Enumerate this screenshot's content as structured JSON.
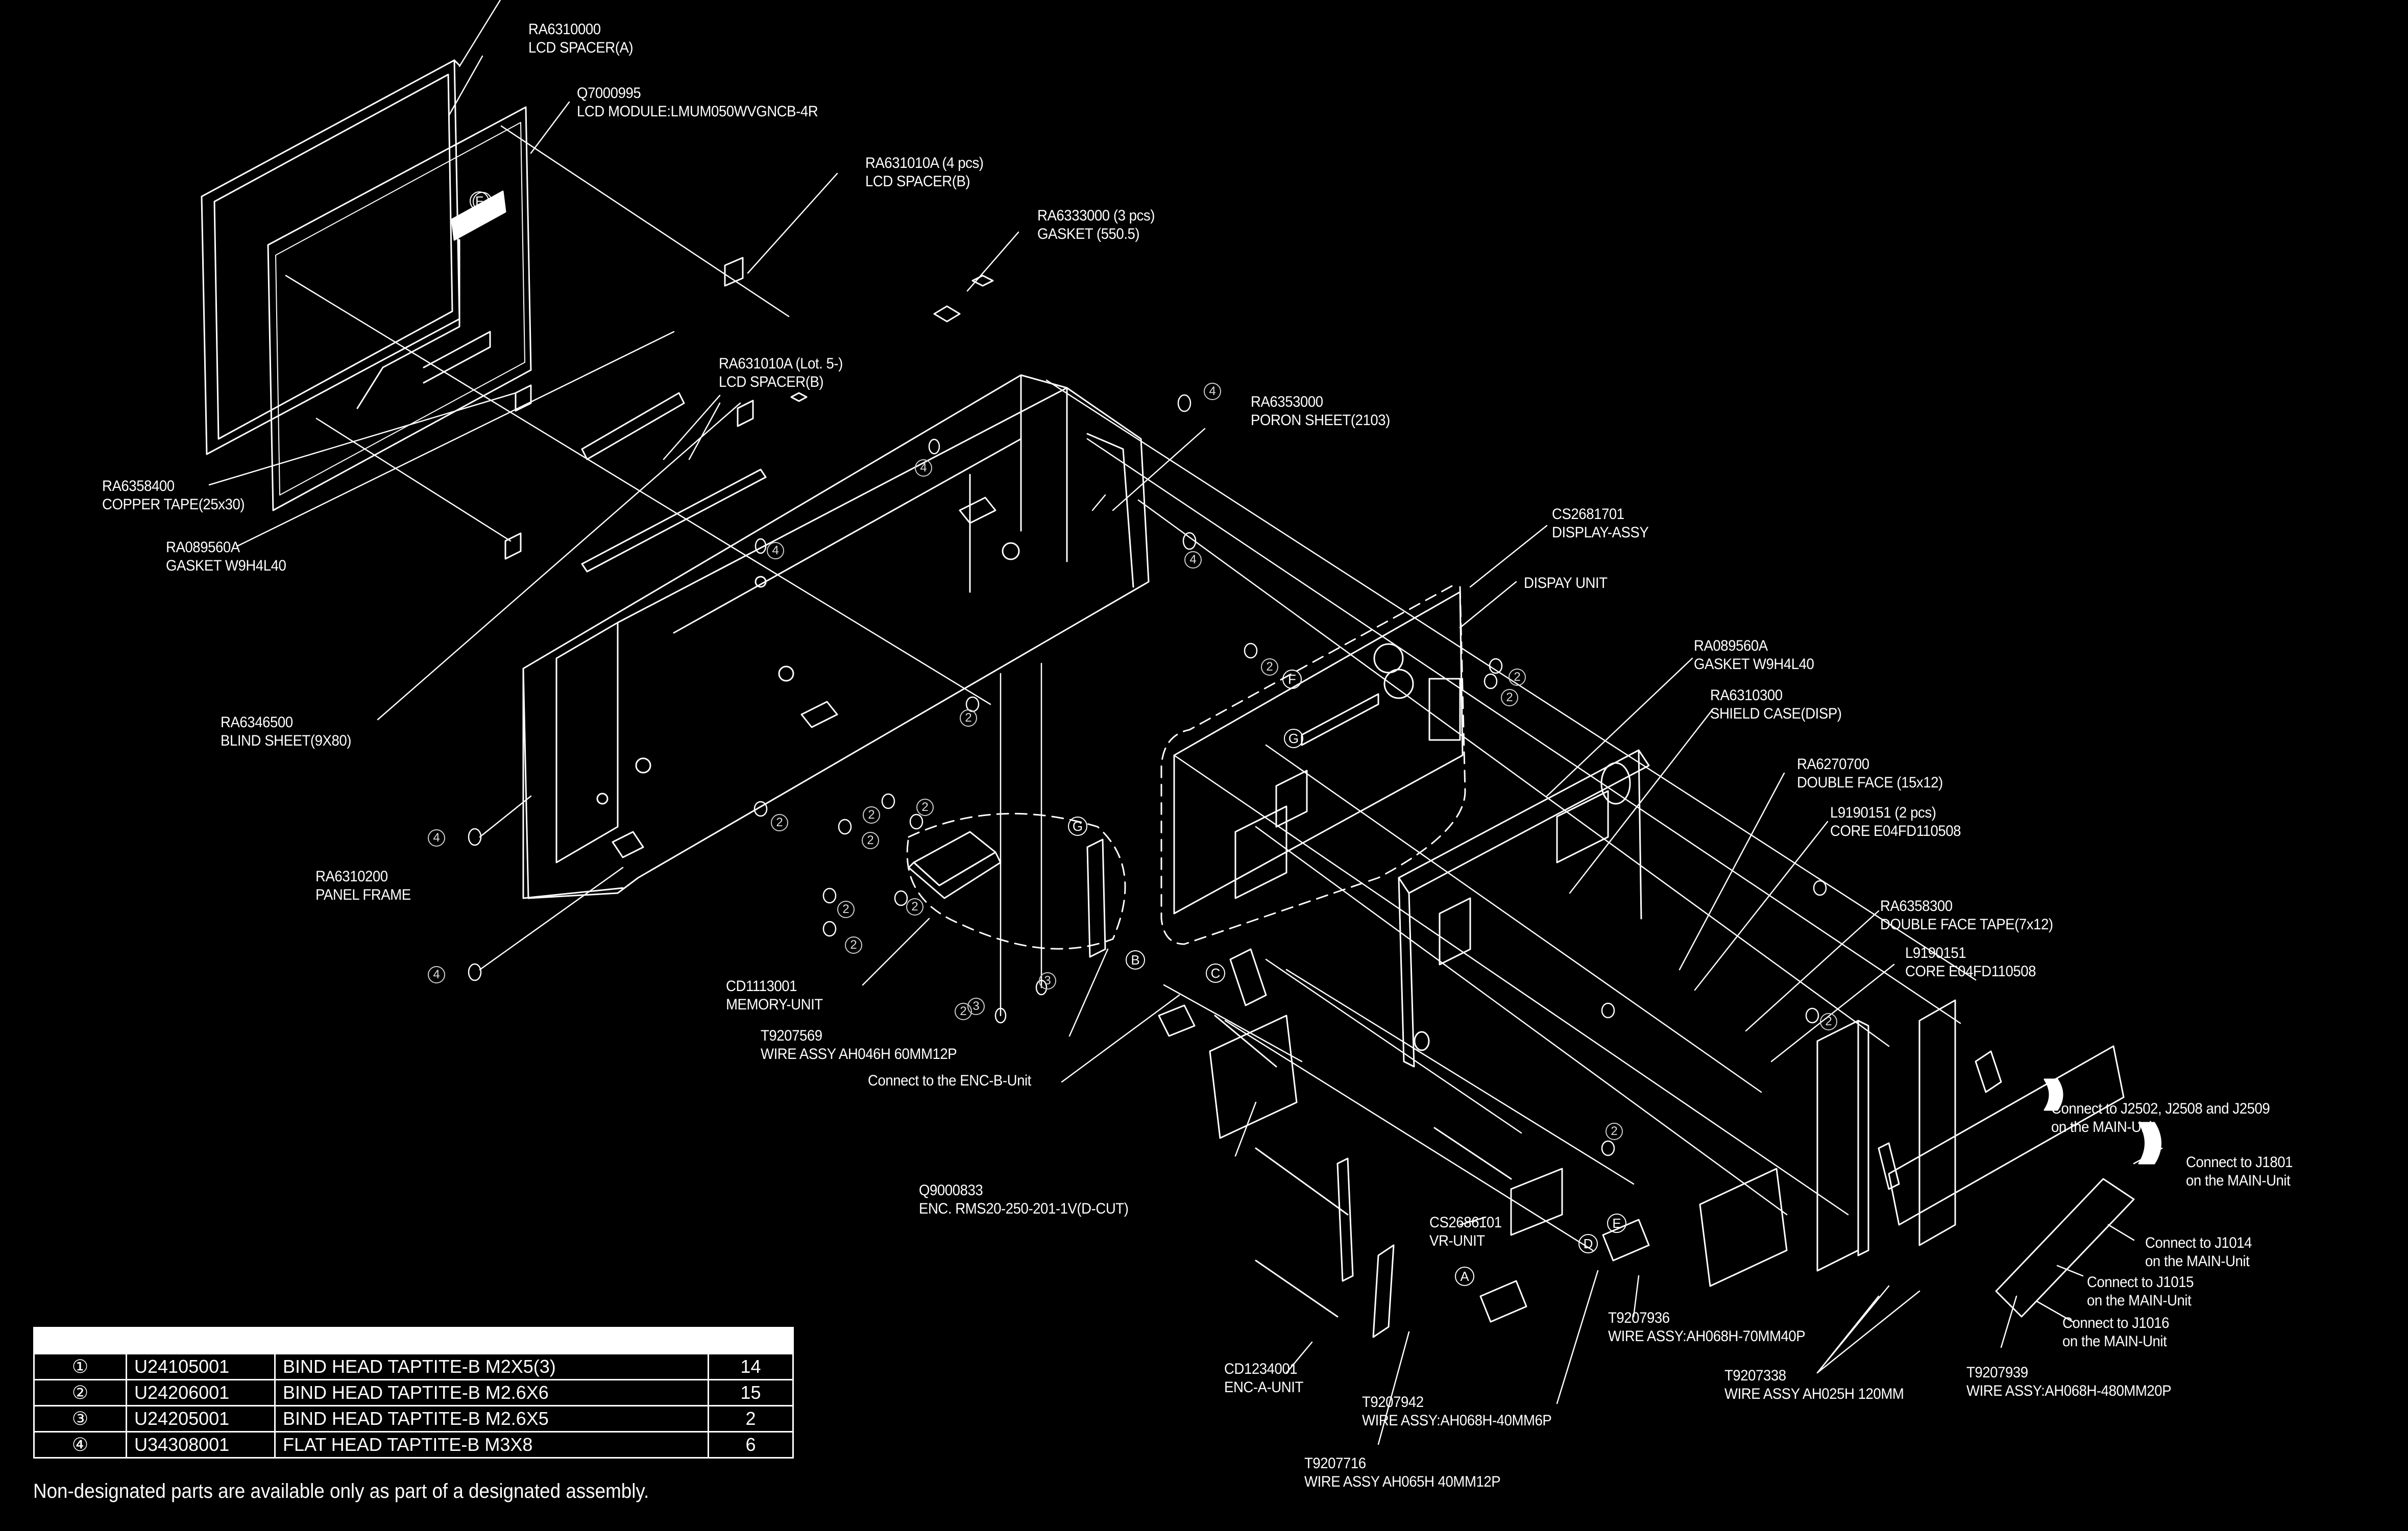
{
  "diagram": {
    "type": "exploded parts view",
    "callouts": [
      {
        "id": "lcd-spacer-a",
        "part_no": "RA6310000",
        "desc": "LCD SPACER(A)"
      },
      {
        "id": "lcd-module",
        "part_no": "Q7000995",
        "desc": "LCD MODULE:LMUM050WVGNCB-4R"
      },
      {
        "id": "lcd-spacer-b",
        "part_no": "RA631010A (4 pcs)",
        "desc": "LCD SPACER(B)"
      },
      {
        "id": "gasket-550",
        "part_no": "RA6333000  (3 pcs)",
        "desc": "GASKET (550.5)"
      },
      {
        "id": "lcd-spacer-b-lot5",
        "part_no": "RA631010A (Lot. 5-)",
        "desc": "LCD SPACER(B)"
      },
      {
        "id": "poron-sheet",
        "part_no": "RA6353000",
        "desc": "PORON SHEET(2103)"
      },
      {
        "id": "copper-tape",
        "part_no": "RA6358400",
        "desc": "COPPER TAPE(25x30)"
      },
      {
        "id": "gasket-w9h4l40-left",
        "part_no": "RA089560A",
        "desc": "GASKET W9H4L40"
      },
      {
        "id": "display-assy",
        "part_no": "CS2681701",
        "desc": "DISPLAY-ASSY"
      },
      {
        "id": "display-unit",
        "part_no": "",
        "desc": "DISPAY UNIT"
      },
      {
        "id": "gasket-w9h4l40-right",
        "part_no": "RA089560A",
        "desc": "GASKET W9H4L40"
      },
      {
        "id": "shield-case",
        "part_no": "RA6310300",
        "desc": "SHIELD CASE(DISP)"
      },
      {
        "id": "blind-sheet",
        "part_no": "RA6346500",
        "desc": "BLIND SHEET(9X80)"
      },
      {
        "id": "double-face",
        "part_no": "RA6270700",
        "desc": "DOUBLE FACE (15x12)"
      },
      {
        "id": "core-2pcs",
        "part_no": "L9190151  (2 pcs)",
        "desc": "CORE E04FD110508"
      },
      {
        "id": "panel-frame",
        "part_no": "RA6310200",
        "desc": "PANEL FRAME"
      },
      {
        "id": "double-face-tape",
        "part_no": "RA6358300",
        "desc": "DOUBLE FACE TAPE(7x12)"
      },
      {
        "id": "core",
        "part_no": "L9190151",
        "desc": "CORE E04FD110508"
      },
      {
        "id": "memory-unit",
        "part_no": "CD1113001",
        "desc": "MEMORY-UNIT"
      },
      {
        "id": "wire-assy-ah046h",
        "part_no": "T9207569",
        "desc": "WIRE ASSY AH046H  60MM12P"
      },
      {
        "id": "enc-b-note",
        "part_no": "",
        "desc": "Connect to the ENC-B-Unit"
      },
      {
        "id": "conn-j2502",
        "part_no": "Connect to J2502, J2508 and J2509",
        "desc": "on the MAIN-Unit"
      },
      {
        "id": "conn-j1801",
        "part_no": "Connect to J1801",
        "desc": "on the MAIN-Unit"
      },
      {
        "id": "encoder",
        "part_no": "Q9000833",
        "desc": "ENC. RMS20-250-201-1V(D-CUT)"
      },
      {
        "id": "vr-unit",
        "part_no": "CS2686101",
        "desc": "VR-UNIT"
      },
      {
        "id": "conn-j1014",
        "part_no": "Connect to J1014",
        "desc": "on the MAIN-Unit"
      },
      {
        "id": "conn-j1015",
        "part_no": "Connect to J1015",
        "desc": "on the MAIN-Unit"
      },
      {
        "id": "conn-j1016",
        "part_no": "Connect to J1016",
        "desc": "on the MAIN-Unit"
      },
      {
        "id": "wire-assy-70mm40p",
        "part_no": "T9207936",
        "desc": "WIRE ASSY:AH068H-70MM40P"
      },
      {
        "id": "enc-a-unit",
        "part_no": "CD1234001",
        "desc": "ENC-A-UNIT"
      },
      {
        "id": "wire-assy-ah025h",
        "part_no": "T9207338",
        "desc": "WIRE ASSY AH025H 120MM"
      },
      {
        "id": "wire-assy-480mm20p",
        "part_no": "T9207939",
        "desc": "WIRE ASSY:AH068H-480MM20P"
      },
      {
        "id": "wire-assy-40mm6p",
        "part_no": "T9207942",
        "desc": "WIRE ASSY:AH068H-40MM6P"
      },
      {
        "id": "wire-assy-ah065h",
        "part_no": "T9207716",
        "desc": "WIRE ASSY AH065H 40MM12P"
      }
    ],
    "connector_markers": [
      "A",
      "B",
      "C",
      "D",
      "E",
      "F",
      "G"
    ],
    "screw_markers": [
      "1",
      "2",
      "3",
      "4"
    ]
  },
  "screw_table": {
    "header": [
      "",
      "",
      "",
      ""
    ],
    "rows": [
      {
        "symbol": "①",
        "part_no": "U24105001",
        "desc": "BIND HEAD TAPTITE-B M2X5(3)",
        "qty": "14"
      },
      {
        "symbol": "②",
        "part_no": "U24206001",
        "desc": "BIND HEAD TAPTITE-B M2.6X6",
        "qty": "15"
      },
      {
        "symbol": "③",
        "part_no": "U24205001",
        "desc": "BIND HEAD TAPTITE-B M2.6X5",
        "qty": "2"
      },
      {
        "symbol": "④",
        "part_no": "U34308001",
        "desc": "FLAT HEAD TAPTITE-B M3X8",
        "qty": "6"
      }
    ]
  },
  "footer_note": "Non-designated parts are available only as part of a designated assembly.",
  "colors": {
    "background": "#000000",
    "line": "#ffffff"
  }
}
